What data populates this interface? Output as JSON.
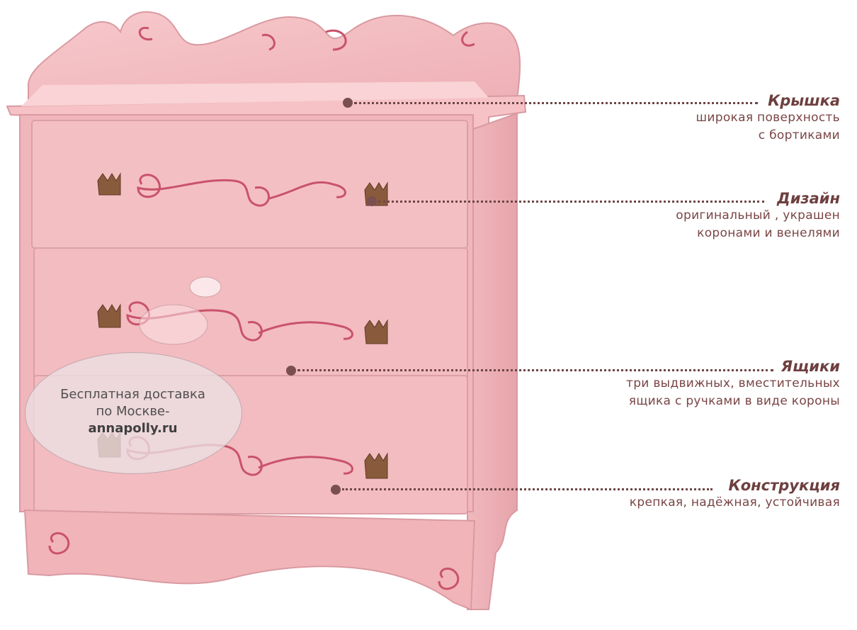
{
  "callouts": [
    {
      "id": "kryshka",
      "title": "Крышка",
      "lines": [
        "широкая поверхность",
        "с бортиками"
      ]
    },
    {
      "id": "dizain",
      "title": "Дизайн",
      "lines": [
        "оригинальный , украшен",
        "коронами и венелями"
      ]
    },
    {
      "id": "yashchiki",
      "title": "Ящики",
      "lines": [
        "три выдвижных, вместительных",
        "ящика с ручками в виде короны"
      ]
    },
    {
      "id": "konstruktsiya",
      "title": "Конструкция",
      "lines": [
        "крепкая, надёжная, устойчивая"
      ]
    }
  ],
  "promo": {
    "line1": "Бесплатная доставка",
    "line2": "по Москве-",
    "site": "annapolly.ru"
  },
  "colors": {
    "furniture_pink": "#f2b8bd",
    "furniture_shadow": "#e2a2a8",
    "swirl_red": "#c9536a",
    "handle_bronze": "#8a5a3c",
    "callout_text": "#7a4545"
  }
}
